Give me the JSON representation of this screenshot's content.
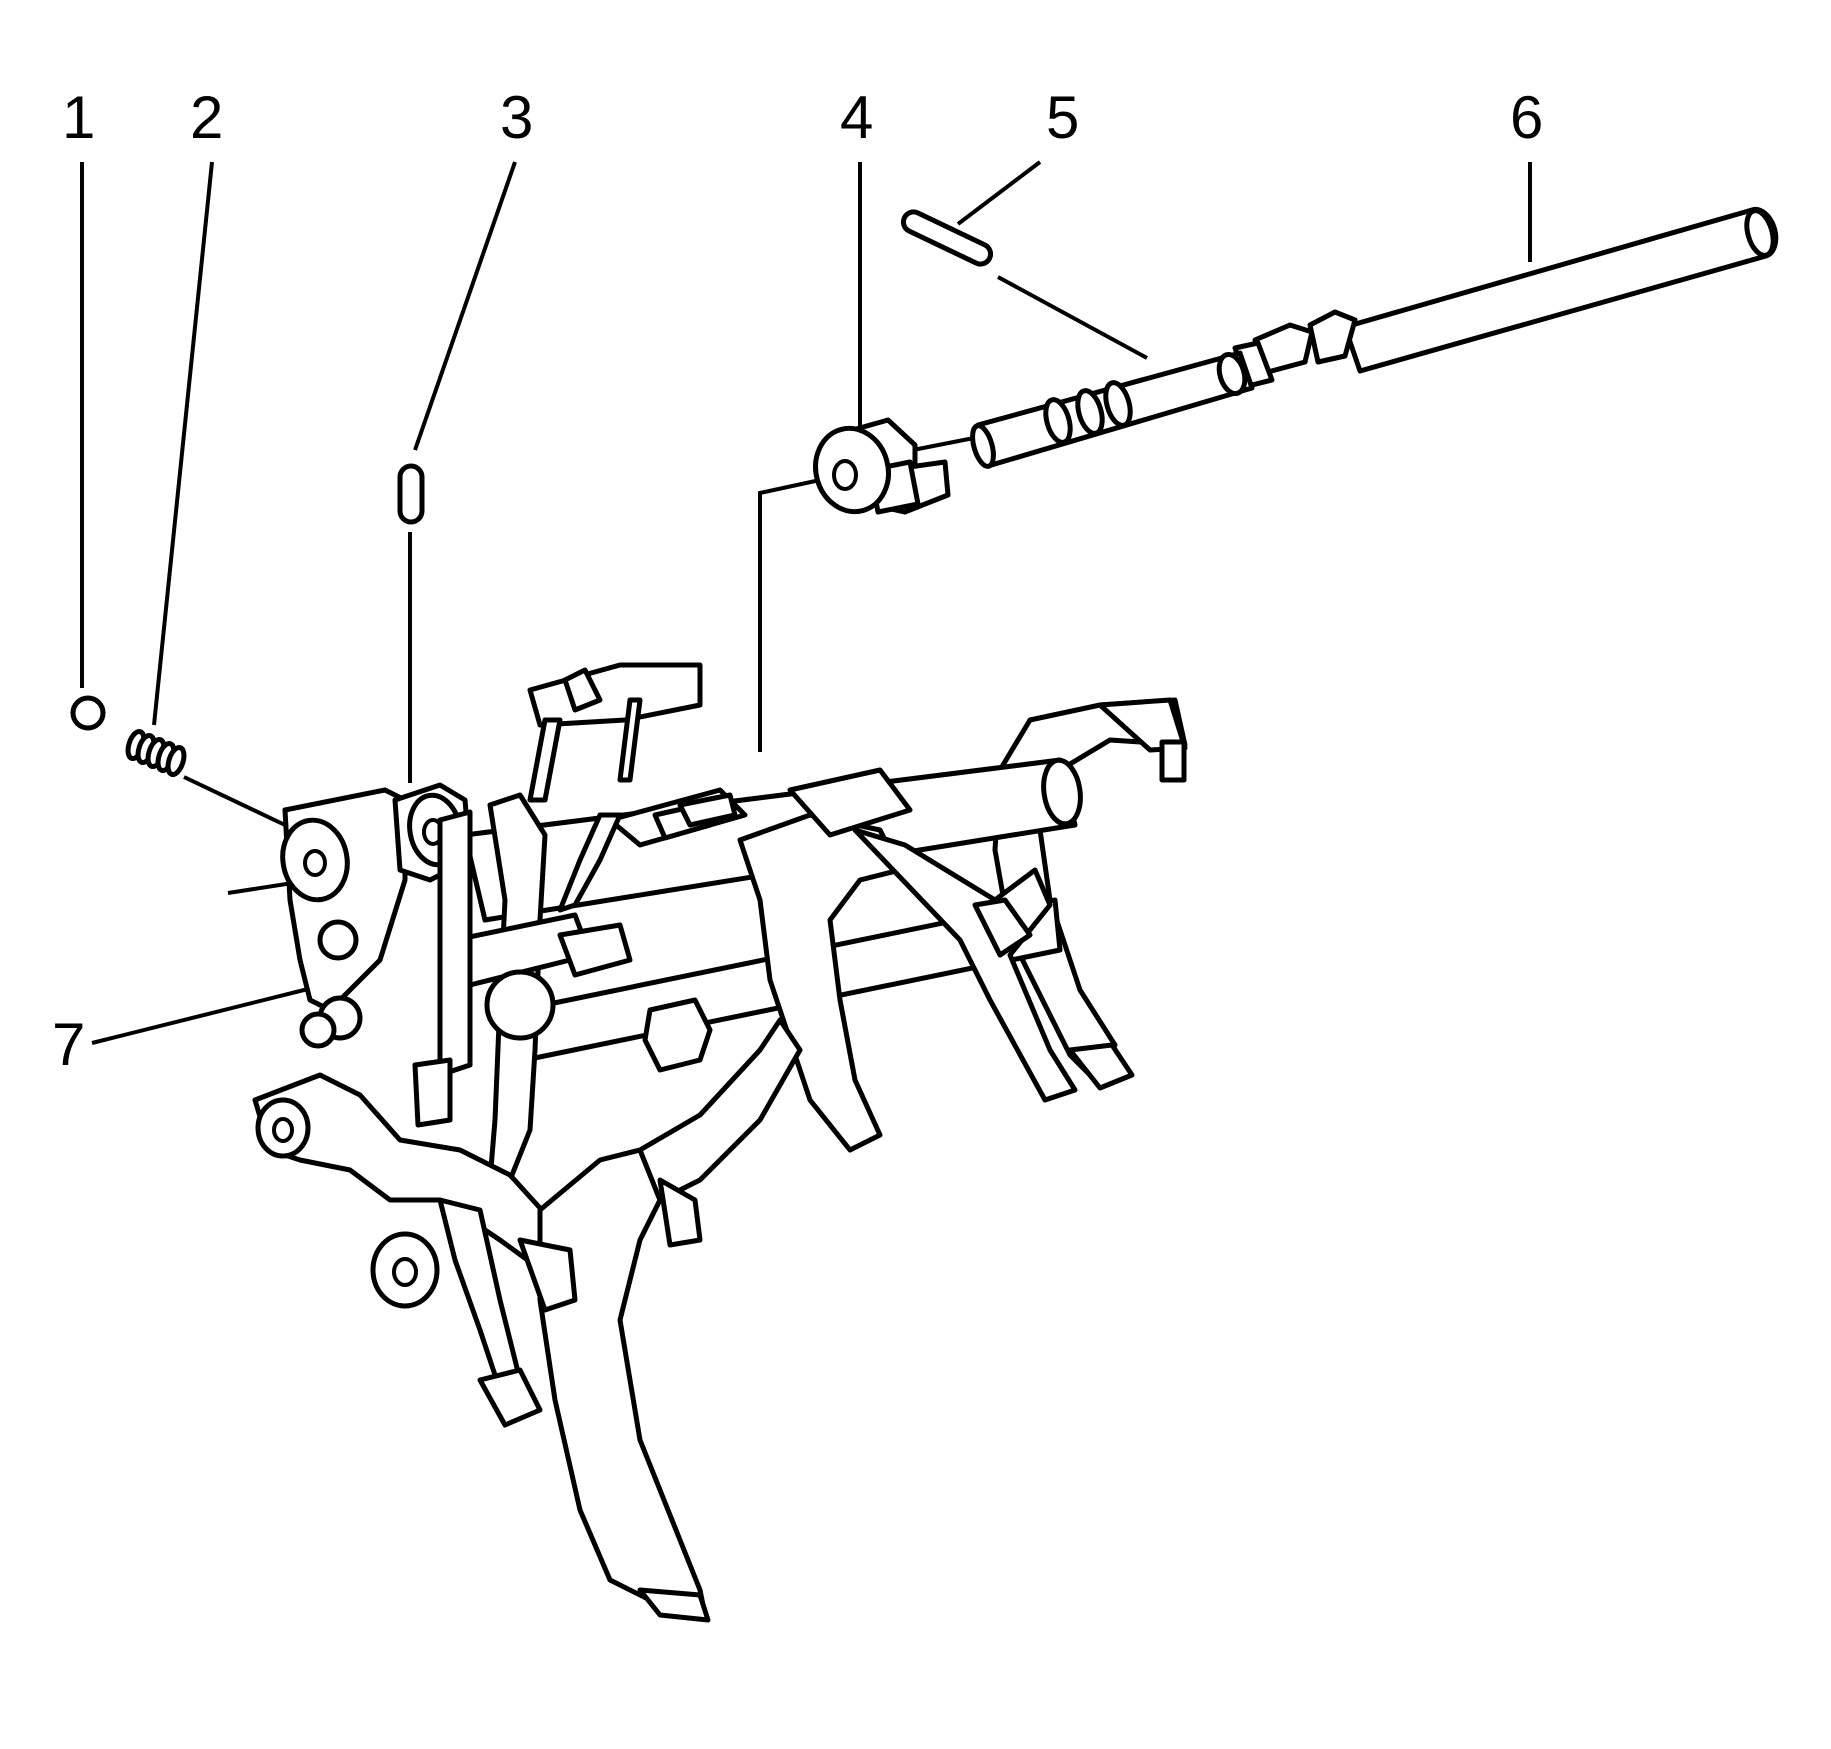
{
  "callouts": [
    {
      "id": "1",
      "label": "1"
    },
    {
      "id": "2",
      "label": "2"
    },
    {
      "id": "3",
      "label": "3"
    },
    {
      "id": "4",
      "label": "4"
    },
    {
      "id": "5",
      "label": "5"
    },
    {
      "id": "6",
      "label": "6"
    },
    {
      "id": "7",
      "label": "7"
    }
  ],
  "parts": {
    "1": "ball",
    "2": "spring",
    "3": "pin",
    "4": "selector-block",
    "5": "roll-pin",
    "6": "shift-rail",
    "7": "shift-fork-assembly"
  },
  "colors": {
    "line": "#000000",
    "fill": "#ffffff"
  }
}
